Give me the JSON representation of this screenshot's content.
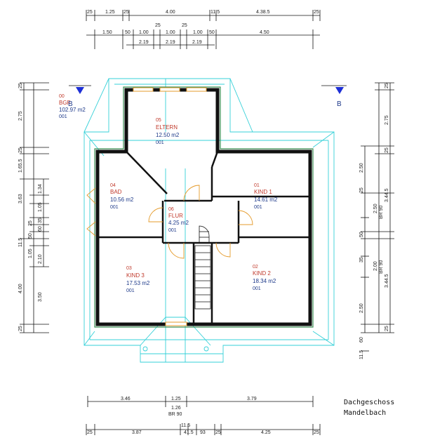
{
  "title": {
    "line1": "Dachgeschoss",
    "line2": "Mandelbach"
  },
  "section_label_left": "B",
  "section_label_right": "B",
  "rooms": [
    {
      "id": "bgf",
      "number": "00",
      "name": "BGF",
      "area": "102.97 m2",
      "code": "001"
    },
    {
      "id": "eltern",
      "number": "05",
      "name": "ELTERN",
      "area": "12.50 m2",
      "code": "001"
    },
    {
      "id": "kind1",
      "number": "01",
      "name": "KIND 1",
      "area": "14.61 m2",
      "code": "001"
    },
    {
      "id": "bad",
      "number": "04",
      "name": "BAD",
      "area": "10.56 m2",
      "code": "001"
    },
    {
      "id": "flur",
      "number": "06",
      "name": "FLUR",
      "area": "4.25 m2",
      "code": "001"
    },
    {
      "id": "kind3",
      "number": "03",
      "name": "KIND 3",
      "area": "17.53 m2",
      "code": "001"
    },
    {
      "id": "kind2",
      "number": "02",
      "name": "KIND 2",
      "area": "18.34 m2",
      "code": "001"
    }
  ],
  "dims": {
    "top1": [
      "25",
      "1.25",
      "25",
      "4.00",
      "11.5",
      "4.38.5",
      "25"
    ],
    "top2": [
      "1.50",
      "50",
      "1.00",
      "25",
      "1.00",
      "25",
      "1.00",
      "50",
      "4.50"
    ],
    "top3": [
      "2.19",
      "2.19",
      "2.19"
    ],
    "left": [
      "25",
      "2.75",
      "25",
      "1.65.5",
      "3.63",
      "1.34",
      "1.05",
      "35",
      "60",
      "25",
      "50",
      "2.10",
      "1.05",
      "4.00",
      "3.50",
      "25",
      "11.5"
    ],
    "right": [
      "25",
      "2.75",
      "25",
      "2.50",
      "3.44.5",
      "50",
      "2.50",
      "BR 90",
      "2.00",
      "BR 90",
      "2.50",
      "3.44.5",
      "25",
      "60",
      "35",
      "25",
      "11.5"
    ],
    "bottom1": [
      "3.46",
      "1.25",
      "3.79"
    ],
    "bottom_mid": [
      "1.26",
      "BR 90"
    ],
    "bottom2": [
      "25",
      "3.87",
      "11.5",
      "41.5",
      "93",
      "25",
      "4.25",
      "25"
    ]
  }
}
